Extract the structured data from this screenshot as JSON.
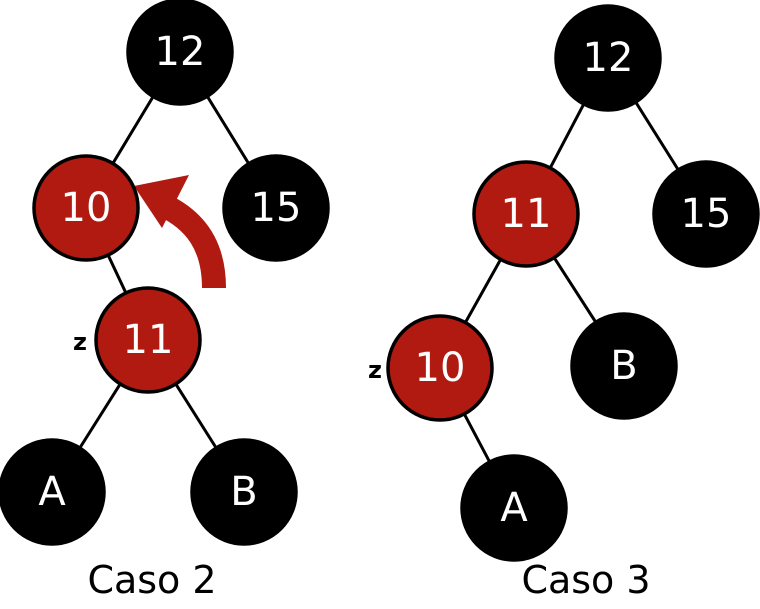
{
  "colors": {
    "red_node": "#b01a10",
    "black_node": "#000000",
    "node_text": "#ffffff",
    "arrow": "#b01a10"
  },
  "case2": {
    "caption": "Caso 2",
    "marker": "z",
    "nodes": {
      "n12": "12",
      "n10": "10",
      "n15": "15",
      "n11": "11",
      "nA": "A",
      "nB": "B"
    },
    "arrow_icon": "rotate-left-arrow-icon"
  },
  "case3": {
    "caption": "Caso 3",
    "marker": "z",
    "nodes": {
      "n12": "12",
      "n11": "11",
      "n15": "15",
      "n10": "10",
      "nB": "B",
      "nA": "A"
    }
  }
}
